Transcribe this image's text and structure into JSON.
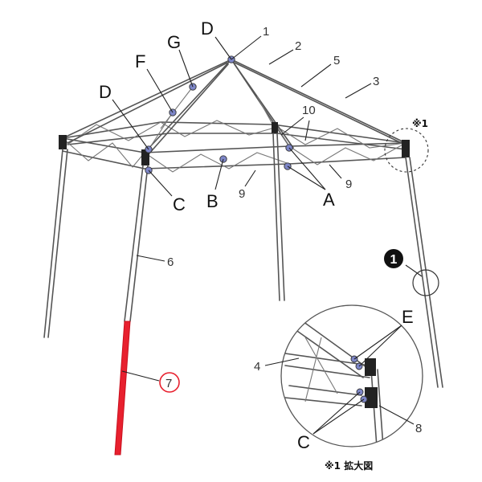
{
  "labels": {
    "d_top": "D",
    "g": "G",
    "f": "F",
    "d_left": "D",
    "c_main": "C",
    "b": "B",
    "a": "A",
    "e": "E",
    "c_inset": "C",
    "n1": "1",
    "n2": "2",
    "n3": "3",
    "n4": "4",
    "n5": "5",
    "n6": "6",
    "n7": "7",
    "n8": "8",
    "n9_left": "9",
    "n9_right": "9",
    "n10": "10",
    "callout_mark": "※1",
    "step_number": "1"
  },
  "inset_caption": "※1 拡大図",
  "colors": {
    "frame": "#555555",
    "highlight": "#e8202e",
    "joint": "#7d86c8",
    "bracket": "#222222"
  },
  "icons": {
    "step_badge": "circled-number-icon",
    "zoom_circle": "magnifier-circle-icon"
  }
}
